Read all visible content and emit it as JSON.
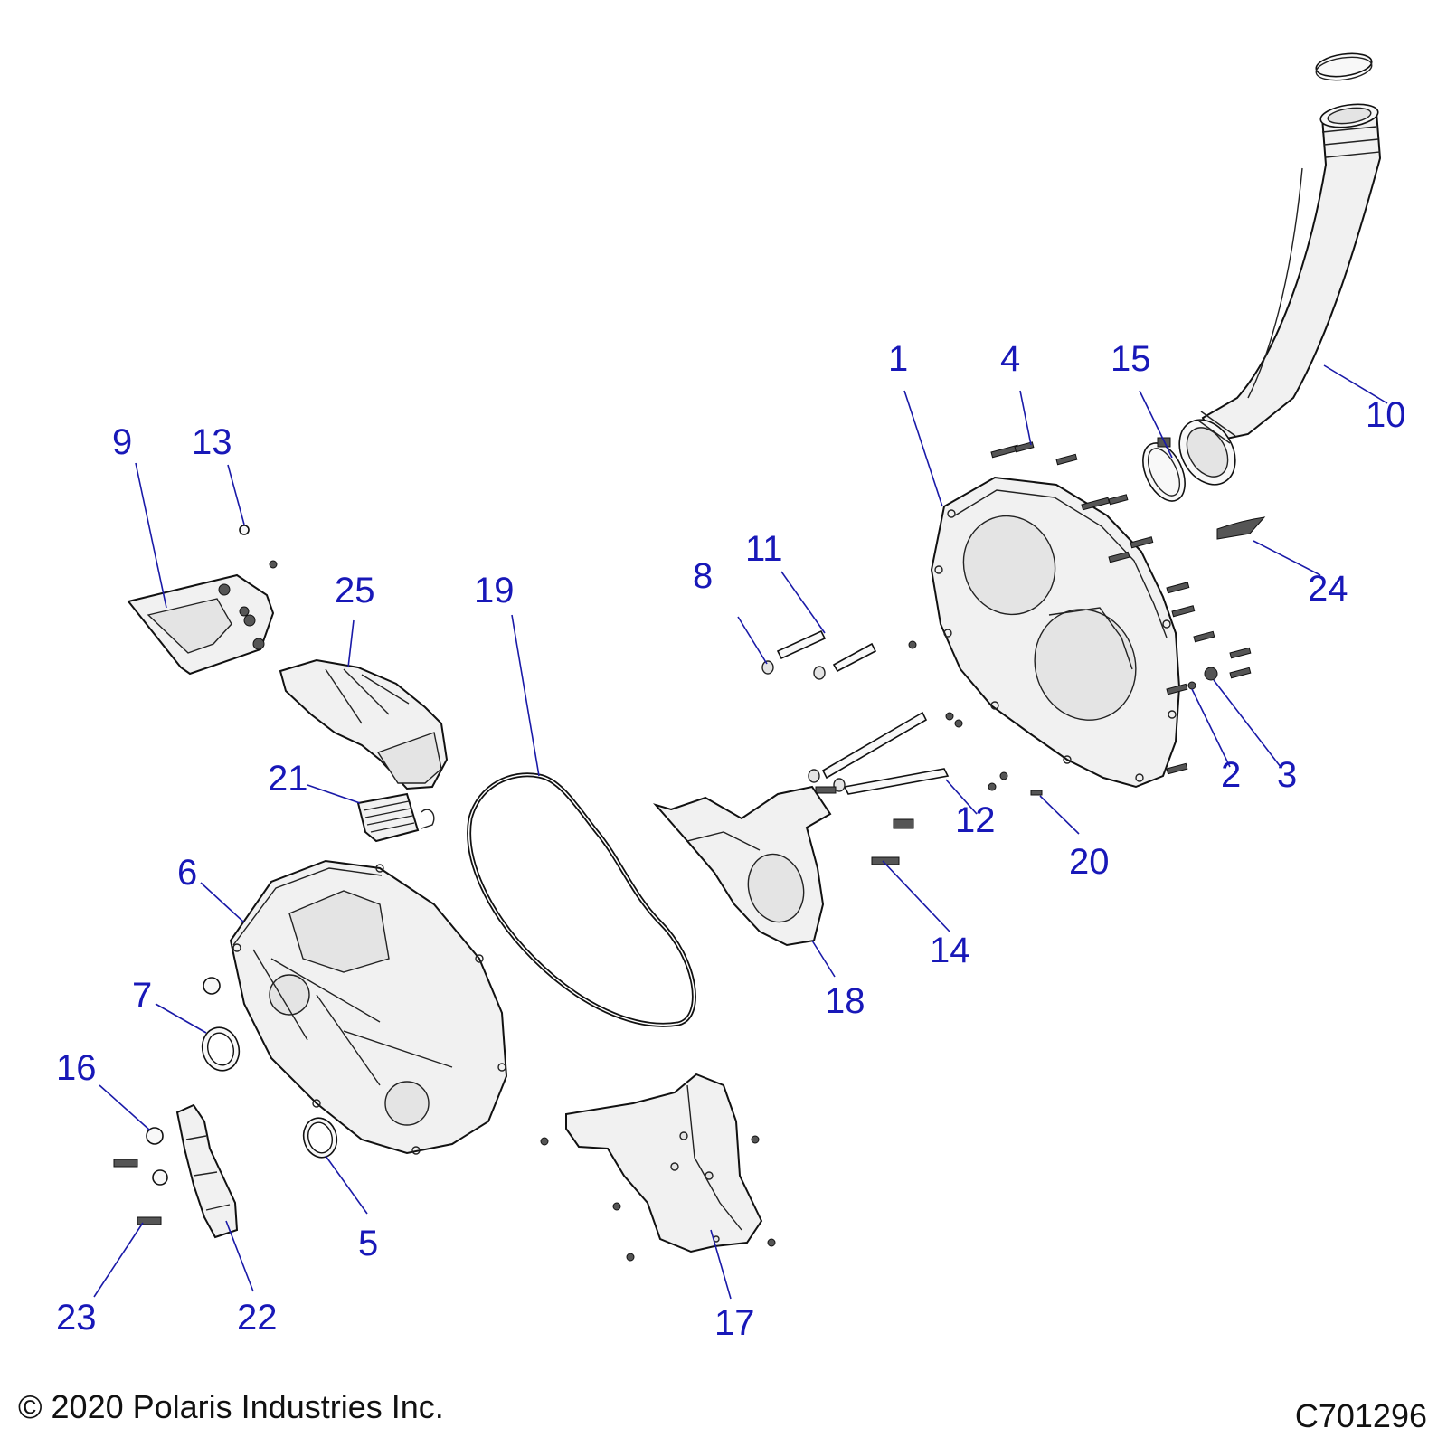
{
  "callouts": [
    {
      "id": "1",
      "label": "1"
    },
    {
      "id": "2",
      "label": "2"
    },
    {
      "id": "3",
      "label": "3"
    },
    {
      "id": "4",
      "label": "4"
    },
    {
      "id": "5",
      "label": "5"
    },
    {
      "id": "6",
      "label": "6"
    },
    {
      "id": "7",
      "label": "7"
    },
    {
      "id": "8",
      "label": "8"
    },
    {
      "id": "9",
      "label": "9"
    },
    {
      "id": "10",
      "label": "10"
    },
    {
      "id": "11",
      "label": "11"
    },
    {
      "id": "12",
      "label": "12"
    },
    {
      "id": "13",
      "label": "13"
    },
    {
      "id": "14",
      "label": "14"
    },
    {
      "id": "15",
      "label": "15"
    },
    {
      "id": "16",
      "label": "16"
    },
    {
      "id": "17",
      "label": "17"
    },
    {
      "id": "18",
      "label": "18"
    },
    {
      "id": "19",
      "label": "19"
    },
    {
      "id": "20",
      "label": "20"
    },
    {
      "id": "21",
      "label": "21"
    },
    {
      "id": "22",
      "label": "22"
    },
    {
      "id": "23",
      "label": "23"
    },
    {
      "id": "24",
      "label": "24"
    },
    {
      "id": "25",
      "label": "25"
    }
  ],
  "footer": {
    "copyright": "© 2020 Polaris Industries Inc.",
    "drawing_id": "C701296"
  },
  "colors": {
    "callout": "#1818b8",
    "line": "#111111",
    "part_fill": "#f1f1f1"
  }
}
